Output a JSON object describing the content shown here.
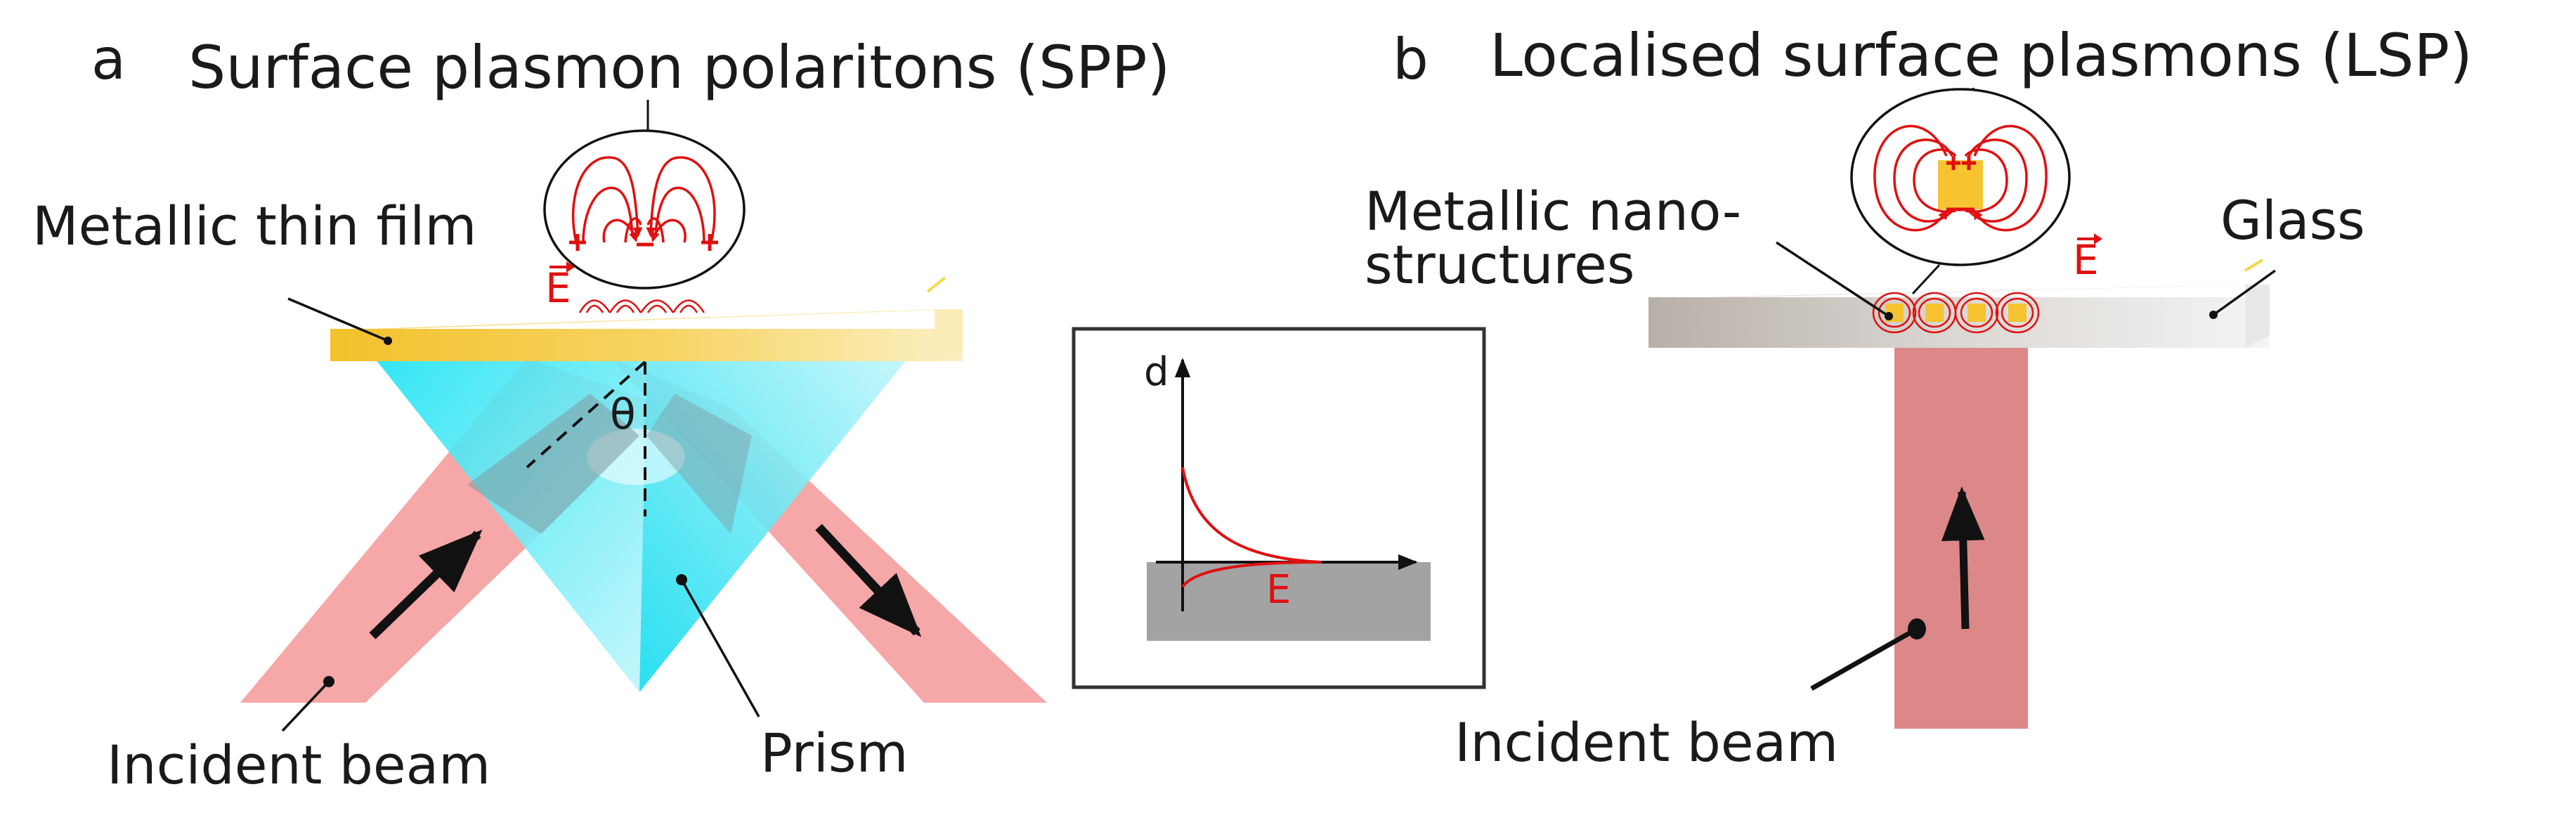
{
  "panel_a": {
    "letter": "a",
    "title": "Surface plasmon polaritons (SPP)",
    "film_label": "Metallic thin film",
    "field_label": "E",
    "angle_label": "θ",
    "beam_label": "Incident beam",
    "prism_label": "Prism"
  },
  "inset": {
    "y_axis_label": "d",
    "x_axis_label": "E"
  },
  "panel_b": {
    "letter": "b",
    "title": "Localised surface plasmons  (LSP)",
    "nano_label_line1": "Metallic nano-",
    "nano_label_line2": "structures",
    "glass_label": "Glass",
    "field_label": "E",
    "beam_label": "Incident beam"
  },
  "colors": {
    "gold": "#f5c430",
    "cyan": "#19e0f0",
    "pink_beam": "#f4a3a3",
    "beam_b": "#dc8888",
    "field_red": "#e01010",
    "glass_grey": "#c9c3bc",
    "substrate_grey": "#a3a3a3"
  }
}
